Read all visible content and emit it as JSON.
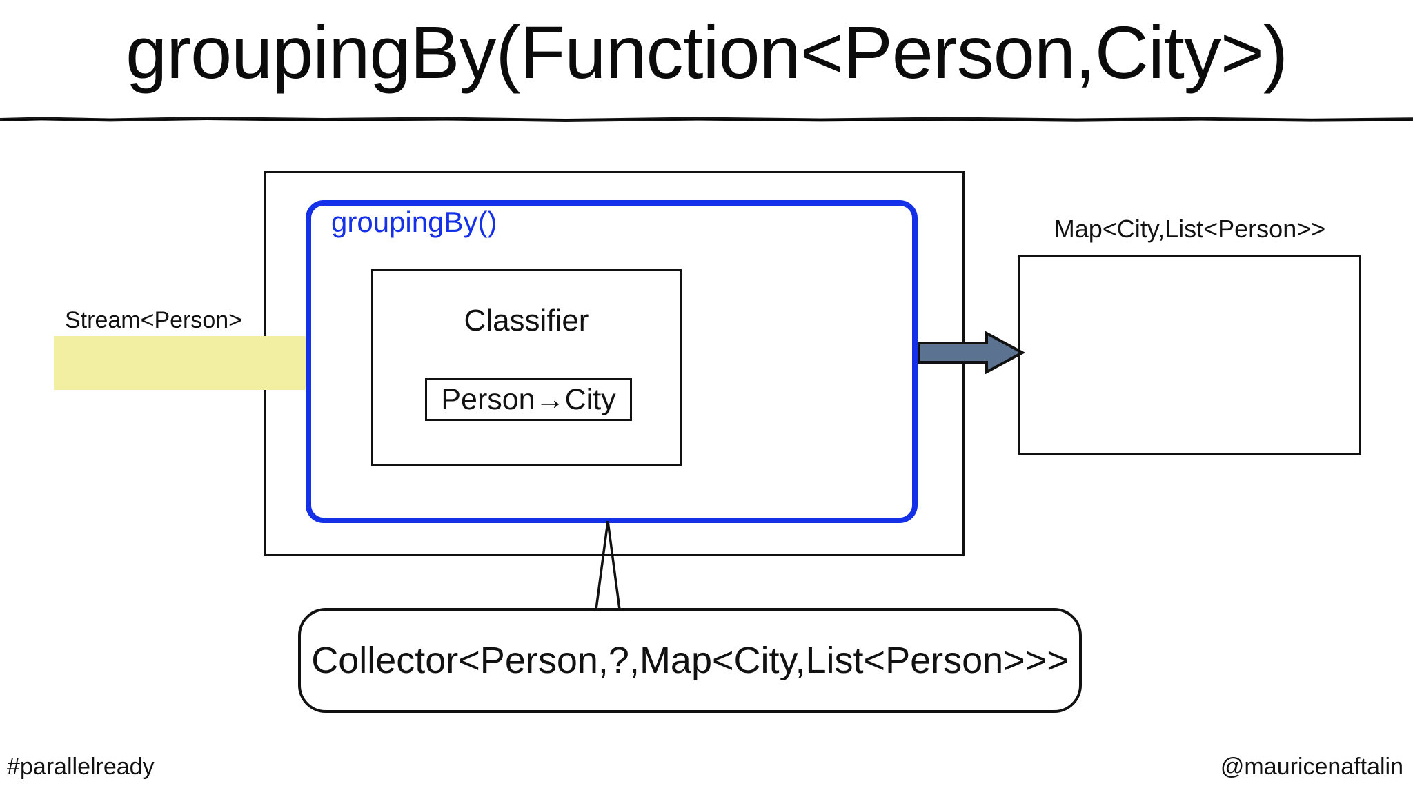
{
  "slide": {
    "title": "groupingBy(Function<Person,City>)",
    "background_color": "#ffffff",
    "accent_blue": "#1430e8",
    "stream_band_color": "#f2efa2",
    "arrow_fill_color": "#5b7390",
    "outline_color": "#111111"
  },
  "diagram": {
    "input": {
      "label": "Stream<Person>",
      "band_name": "stream-band"
    },
    "grouping": {
      "label": "groupingBy()",
      "classifier": {
        "title": "Classifier",
        "lambda": "Person→City"
      }
    },
    "output": {
      "label": "Map<City,List<Person>>",
      "arrow_name": "output-arrow"
    },
    "callout": {
      "text": "Collector<Person,?,Map<City,List<Person>>>"
    }
  },
  "footer": {
    "left": "#parallelready",
    "right": "@mauricenaftalin"
  }
}
